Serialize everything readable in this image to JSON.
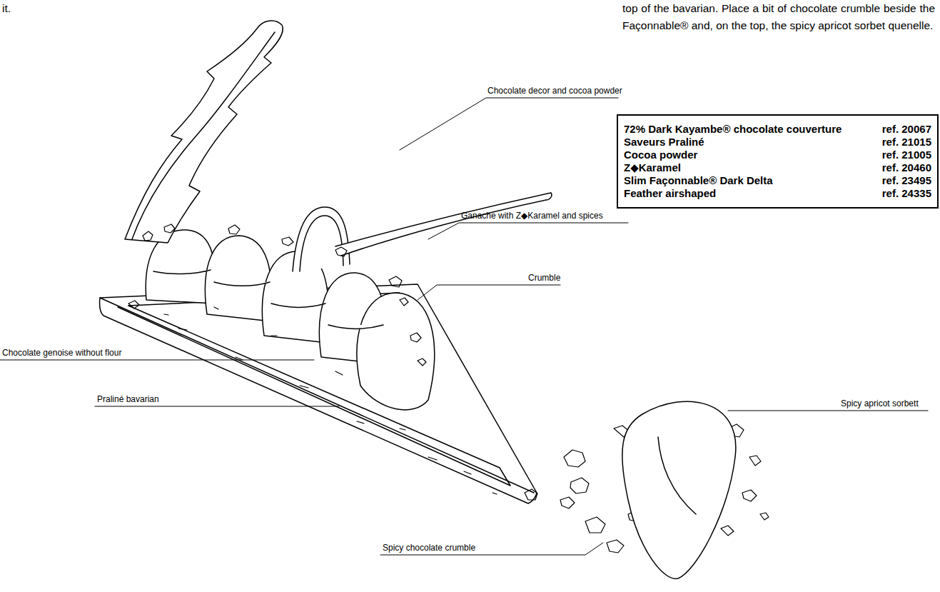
{
  "diagram": {
    "nodes": [
      {
        "text": [
          "72% Dark Kayambe® chocolate couverture",
          "ref. 20067",
          "Saveurs Praliné",
          "ref. 21015",
          "Cocoa powder",
          "ref. 21005",
          "Z◆Karamel",
          "ref. 20460",
          "Slim Façonnable® Dark Delta",
          "ref. 23495",
          "Feather airshaped",
          "ref. 24335"
        ]
      }
    ],
    "edges": [],
    "labels": [
      "it.",
      "top of the bavarian. Place a bit of chocolate crumble beside the Façonnable® and, on the top, the spicy apricot sorbet quenelle.",
      "Chocolate decor and cocoa powder",
      "Ganache with Z◆Karamel and spices",
      "Crumble",
      "Chocolate genoise without flour",
      "Spicy apricot sorbett",
      "Praliné bavarian",
      "Spicy chocolate crumble"
    ]
  }
}
